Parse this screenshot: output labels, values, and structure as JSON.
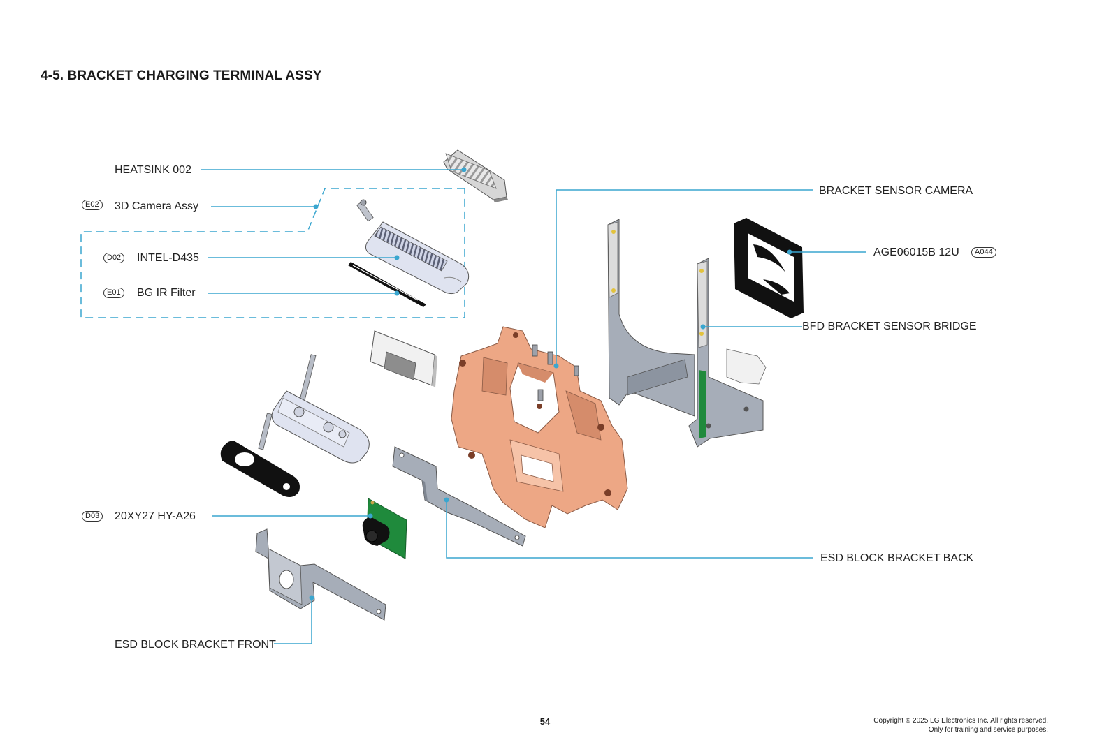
{
  "page": {
    "title": "4-5. BRACKET CHARGING TERMINAL ASSY",
    "page_number": "54",
    "copyright_line1": "Copyright © 2025 LG Electronics Inc. All rights reserved.",
    "copyright_line2": "Only for training and service purposes."
  },
  "labels": {
    "heatsink": "HEATSINK 002",
    "camera_assy": "3D Camera Assy",
    "intel": "INTEL-D435",
    "bg_filter": "BG IR Filter",
    "hy_a26": "20XY27 HY-A26",
    "esd_front": "ESD BLOCK BRACKET FRONT",
    "bracket_sensor_camera": "BRACKET SENSOR CAMERA",
    "age": "AGE06015B 12U",
    "bfd": "BFD BRACKET SENSOR BRIDGE",
    "esd_back": "ESD BLOCK BRACKET BACK"
  },
  "badges": {
    "e02": "E02",
    "d02": "D02",
    "e01": "E01",
    "d03": "D03",
    "a044": "A044"
  },
  "colors": {
    "leader": "#3aa6cf",
    "copper": "#eda785",
    "metal": "#a6adb8",
    "pcb": "#1f8a3c"
  }
}
